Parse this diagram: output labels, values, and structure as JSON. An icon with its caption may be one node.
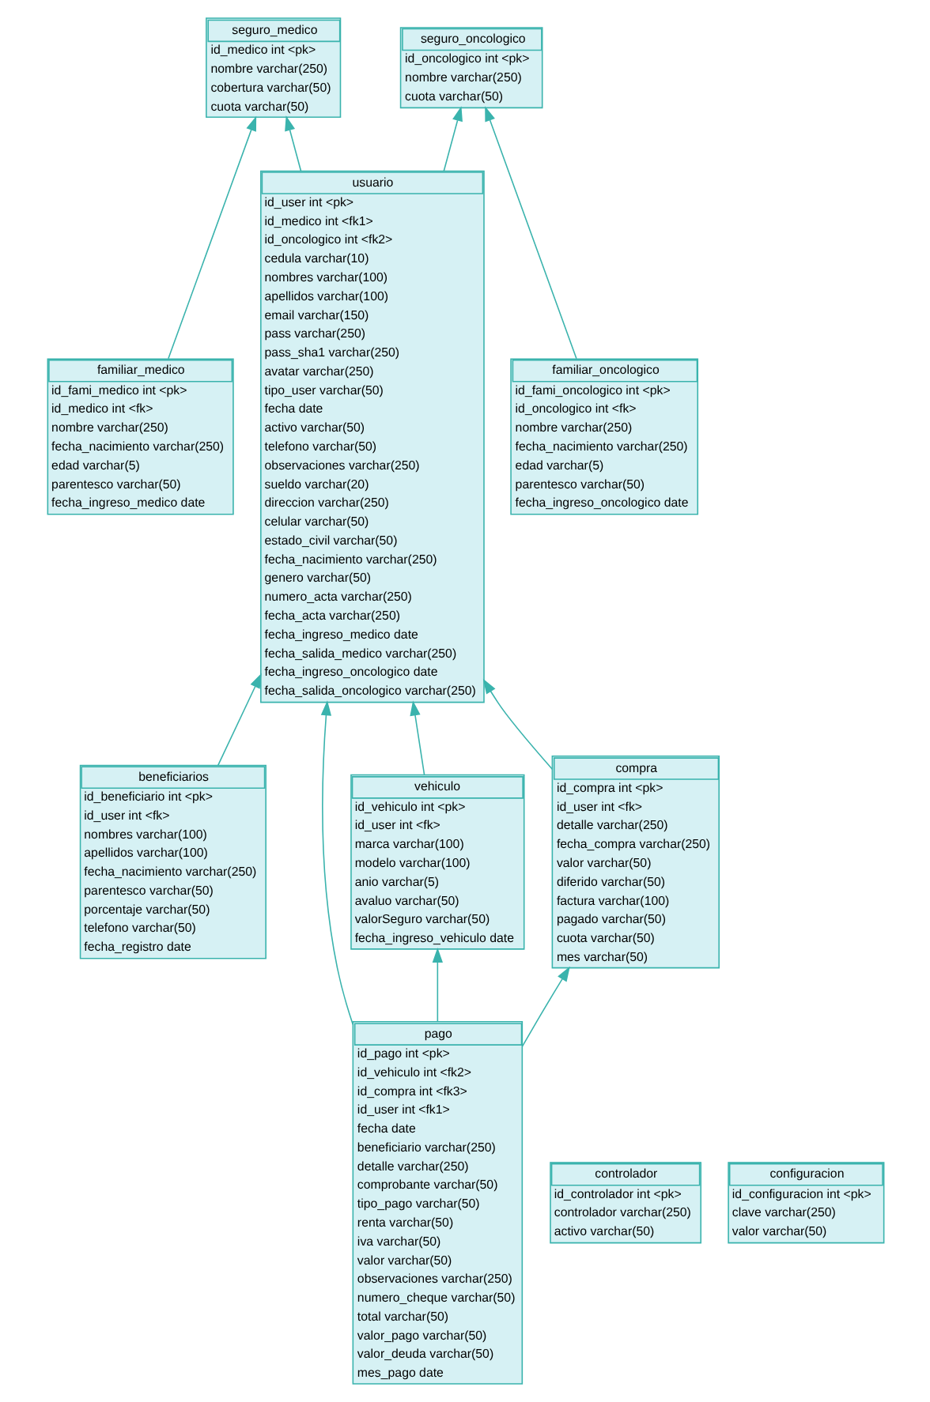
{
  "diagram": {
    "nodes": [
      {
        "text": [
          "familiar_medico",
          "id_fami_medico int <pk>",
          "id_medico int <fk>",
          "nombre varchar(250)",
          "fecha_nacimiento varchar(250)",
          "edad varchar(5)",
          "parentesco varchar(50)",
          "fecha_ingreso_medico date"
        ]
      },
      {
        "text": [
          "usuario",
          "id_user int <pk>",
          "id_medico int <fk1>",
          "id_oncologico int <fk2>",
          "cedula varchar(10)",
          "nombres varchar(100)",
          "apellidos varchar(100)",
          "email varchar(150)",
          "pass varchar(250)",
          "pass_sha1 varchar(250)",
          "avatar varchar(250)",
          "tipo_user varchar(50)",
          "fecha date",
          "activo varchar(50)",
          "telefono varchar(50)",
          "observaciones varchar(250)",
          "sueldo varchar(20)",
          "direccion varchar(250)",
          "celular varchar(50)",
          "estado_civil varchar(50)",
          "fecha_nacimiento varchar(250)",
          "genero varchar(50)",
          "numero_acta varchar(250)",
          "fecha_acta varchar(250)",
          "fecha_ingreso_medico date",
          "fecha_salida_medico varchar(250)",
          "fecha_ingreso_oncologico date",
          "fecha_salida_oncologico varchar(250)"
        ]
      },
      {
        "text": [
          "beneficiarios",
          "id_beneficiario int <pk>",
          "id_user int <fk>",
          "nombres varchar(100)",
          "apellidos varchar(100)",
          "fecha_nacimiento varchar(250)",
          "parentesco varchar(50)",
          "porcentaje varchar(50)",
          "telefono varchar(50)",
          "fecha_registro date"
        ]
      },
      {
        "text": [
          "seguro_medico",
          "id_medico int <pk>",
          "nombre varchar(250)",
          "cobertura varchar(50)",
          "cuota varchar(50)"
        ]
      },
      {
        "text": [
          "vehiculo",
          "id_vehiculo int <pk>",
          "id_user int <fk>",
          "marca varchar(100)",
          "modelo varchar(100)",
          "anio varchar(5)",
          "avaluo varchar(50)",
          "valorSeguro varchar(50)",
          "fecha_ingreso_vehiculo date"
        ]
      },
      {
        "text": [
          "compra",
          "id_compra int <pk>",
          "id_user int <fk>",
          "detalle varchar(250)",
          "fecha_compra varchar(250)",
          "valor varchar(50)",
          "diferido varchar(50)",
          "factura varchar(100)",
          "pagado varchar(50)",
          "cuota varchar(50)",
          "mes varchar(50)"
        ]
      },
      {
        "text": [
          "seguro_oncologico",
          "id_oncologico int <pk>",
          "nombre varchar(250)",
          "cuota varchar(50)"
        ]
      },
      {
        "text": [
          "controlador",
          "id_controlador int <pk>",
          "controlador varchar(250)",
          "activo varchar(50)"
        ]
      },
      {
        "text": [
          "configuracion",
          "id_configuracion int <pk>",
          "clave varchar(250)",
          "valor varchar(50)"
        ]
      },
      {
        "text": [
          "pago",
          "id_pago int <pk>",
          "id_vehiculo int <fk2>",
          "id_compra int <fk3>",
          "id_user int <fk1>",
          "fecha date",
          "beneficiario varchar(250)",
          "detalle varchar(250)",
          "comprobante varchar(50)",
          "tipo_pago varchar(50)",
          "renta varchar(50)",
          "iva varchar(50)",
          "valor varchar(50)",
          "observaciones varchar(250)",
          "numero_cheque varchar(50)",
          "total varchar(50)",
          "valor_pago varchar(50)",
          "valor_deuda varchar(50)",
          "mes_pago date"
        ]
      },
      {
        "text": [
          "familiar_oncologico",
          "id_fami_oncologico int <pk>",
          "id_oncologico int <fk>",
          "nombre varchar(250)",
          "fecha_nacimiento varchar(250)",
          "edad varchar(5)",
          "parentesco varchar(50)",
          "fecha_ingreso_oncologico date"
        ]
      }
    ],
    "edges": [
      {
        "from": 0,
        "to": 3,
        "arrow": "to"
      },
      {
        "from": 1,
        "to": 3,
        "arrow": "to"
      },
      {
        "from": 1,
        "to": 6,
        "arrow": "to"
      },
      {
        "from": 4,
        "to": 1,
        "arrow": "to"
      },
      {
        "from": 9,
        "to": 1,
        "arrow": "to"
      },
      {
        "from": 5,
        "to": 1,
        "arrow": "to"
      },
      {
        "from": 2,
        "to": 1,
        "arrow": "to"
      },
      {
        "from": 9,
        "to": 4,
        "arrow": "to"
      },
      {
        "from": 9,
        "to": 5,
        "arrow": "to"
      },
      {
        "from": 10,
        "to": 6,
        "arrow": "to"
      }
    ]
  }
}
